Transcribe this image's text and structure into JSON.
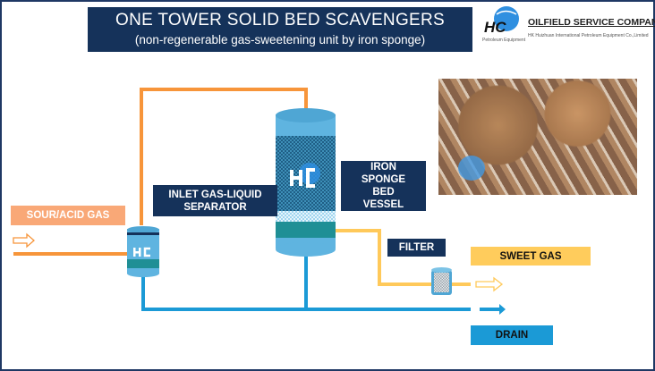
{
  "header": {
    "title": "ONE TOWER SOLID BED SCAVENGERS",
    "subtitle": "(non-regenerable gas-sweetening unit by iron sponge)"
  },
  "logo": {
    "company": "OILFIELD SERVICE COMPANY",
    "company_full": "HK Huizhuan International Petroleum Equipment Co.,Limited",
    "mark": "HC",
    "mark_sub": "Petroleum Equipment"
  },
  "labels": {
    "sour_gas": "SOUR/ACID GAS",
    "inlet_separator": "INLET GAS-LIQUID SEPARATOR",
    "iron_sponge": "IRON SPONGE BED VESSEL",
    "filter": "FILTER",
    "sweet_gas": "SWEET GAS",
    "drain": "DRAIN"
  },
  "colors": {
    "navy": "#15325a",
    "sour_gas_pipe": "#f7953a",
    "sweet_gas_pipe": "#ffc95a",
    "drain_pipe": "#1b9ad6",
    "vessel": "#5fb4e0",
    "vessel_base": "#1f8f95"
  }
}
